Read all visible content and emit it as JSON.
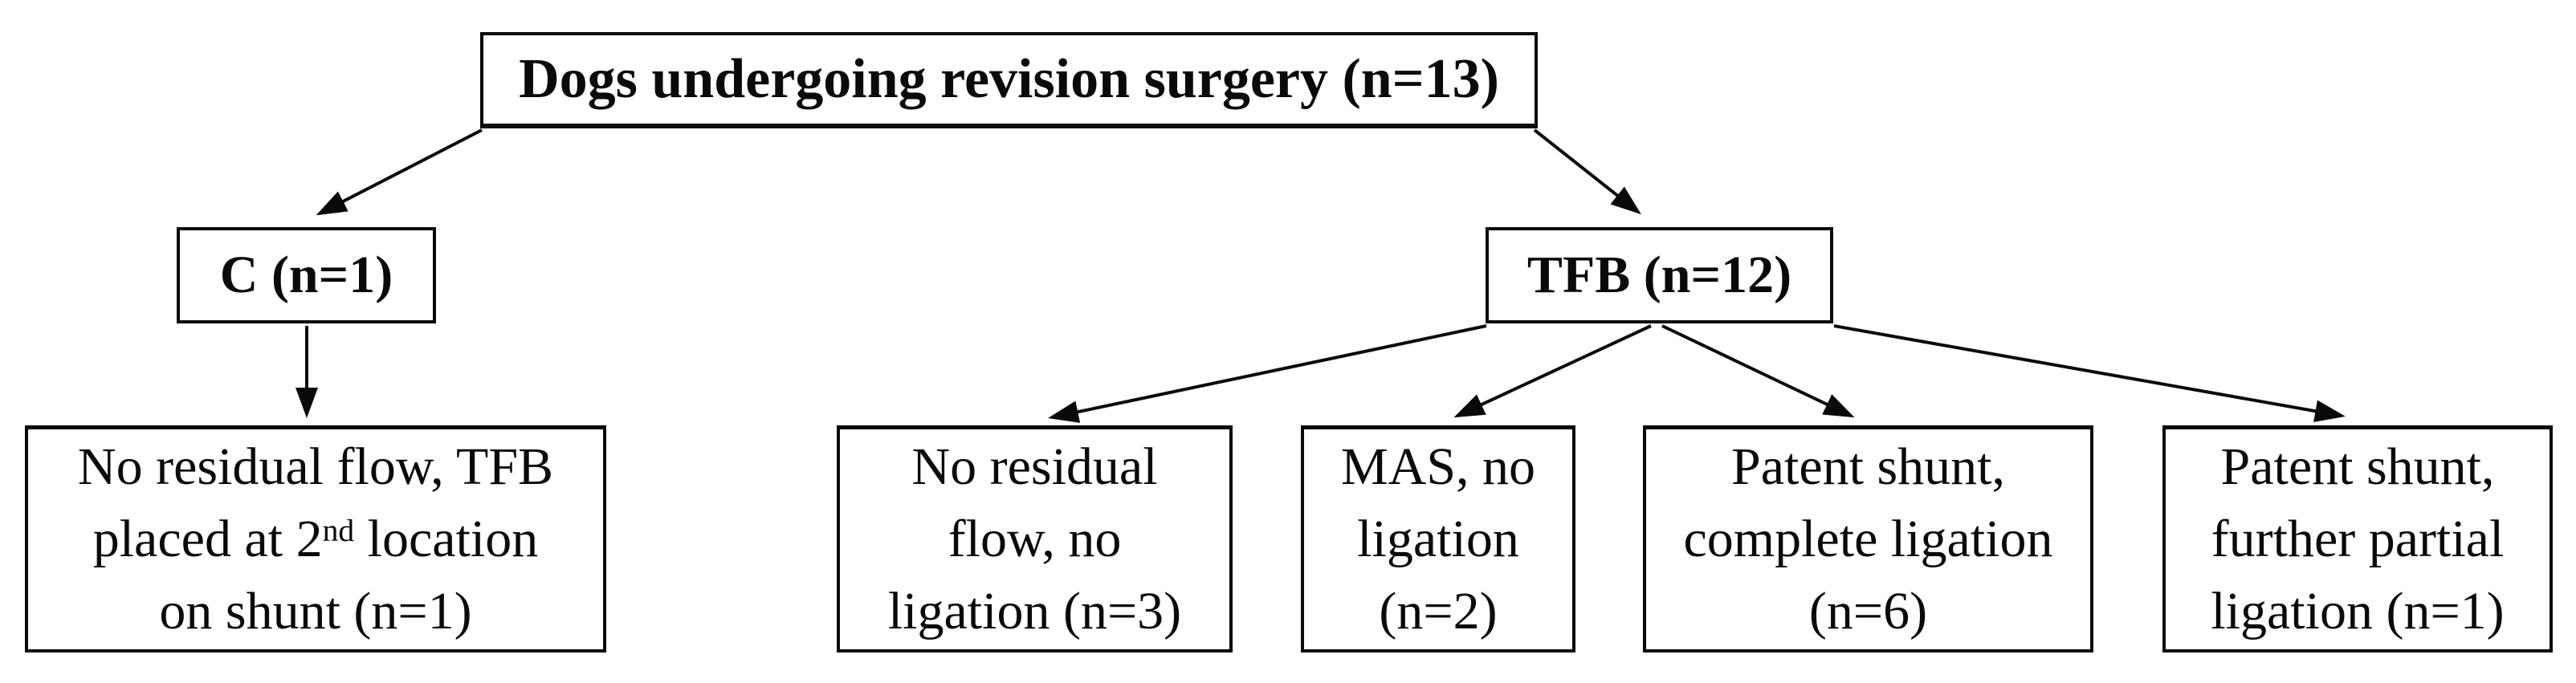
{
  "colors": {
    "background": "#ffffff",
    "box_border": "#0a0a0a",
    "text": "#0a0a0a",
    "arrow": "#0a0a0a"
  },
  "nodes": {
    "root": {
      "label": "Dogs undergoing revision surgery (n=13)"
    },
    "c": {
      "label": "C (n=1)"
    },
    "tfb": {
      "label": "TFB (n=12)"
    },
    "c_outcome": {
      "line1": "No residual flow, TFB",
      "line2_pre": "placed at 2",
      "line2_sup": "nd",
      "line2_post": " location",
      "line3": "on shunt (n=1)"
    },
    "tfb_outcome_1": {
      "lines": [
        "No residual",
        "flow, no",
        "ligation (n=3)"
      ]
    },
    "tfb_outcome_2": {
      "lines": [
        "MAS, no",
        "ligation",
        "(n=2)"
      ]
    },
    "tfb_outcome_3": {
      "lines": [
        "Patent shunt,",
        "complete ligation",
        "(n=6)"
      ]
    },
    "tfb_outcome_4": {
      "lines": [
        "Patent shunt,",
        "further partial",
        "ligation (n=1)"
      ]
    }
  }
}
